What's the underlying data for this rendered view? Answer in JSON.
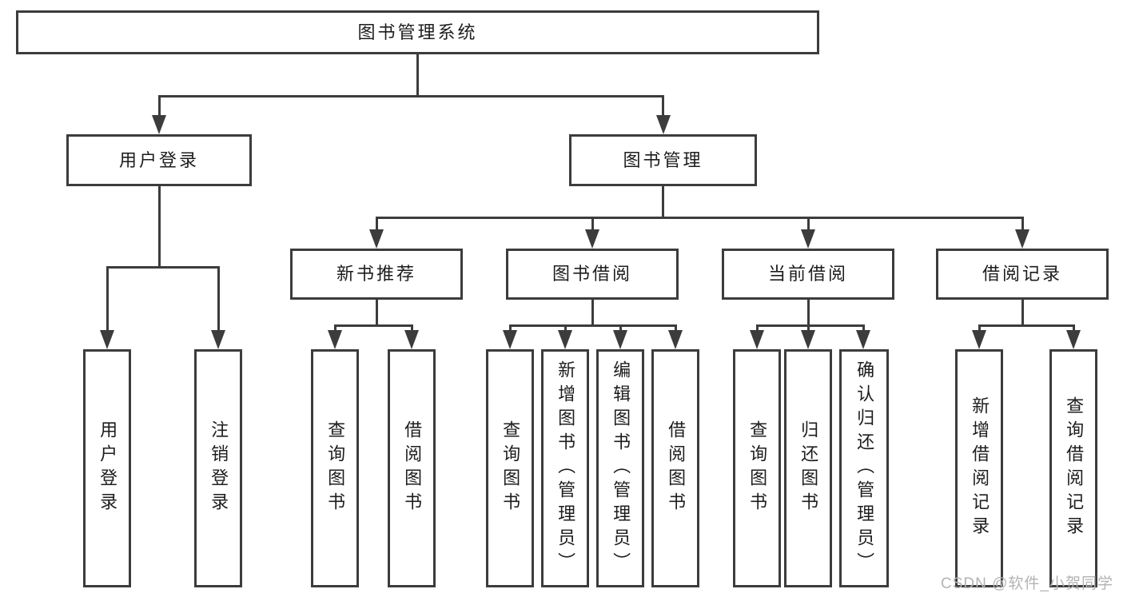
{
  "diagram_title": "图书管理系统",
  "colors": {
    "line": "#3c3c3c",
    "box_border": "#3c3c3c",
    "text": "#1d1d1d",
    "watermark": "#b3b3b3",
    "background": "#ffffff"
  },
  "watermark": {
    "text": "CSDN @软件_小贺同学"
  },
  "tree": {
    "label": "图书管理系统",
    "children": [
      {
        "label": "用户登录",
        "children": [
          {
            "label": "用户登录"
          },
          {
            "label": "注销登录"
          }
        ]
      },
      {
        "label": "图书管理",
        "children": [
          {
            "label": "新书推荐",
            "children": [
              {
                "label": "查询图书"
              },
              {
                "label": "借阅图书"
              }
            ]
          },
          {
            "label": "图书借阅",
            "children": [
              {
                "label": "查询图书"
              },
              {
                "label": "新增图书（管理员）"
              },
              {
                "label": "编辑图书（管理员）"
              },
              {
                "label": "借阅图书"
              }
            ]
          },
          {
            "label": "当前借阅",
            "children": [
              {
                "label": "查询图书"
              },
              {
                "label": "归还图书"
              },
              {
                "label": "确认归还（管理员）"
              }
            ]
          },
          {
            "label": "借阅记录",
            "children": [
              {
                "label": "新增借阅记录"
              },
              {
                "label": "查询借阅记录"
              }
            ]
          }
        ]
      }
    ]
  }
}
